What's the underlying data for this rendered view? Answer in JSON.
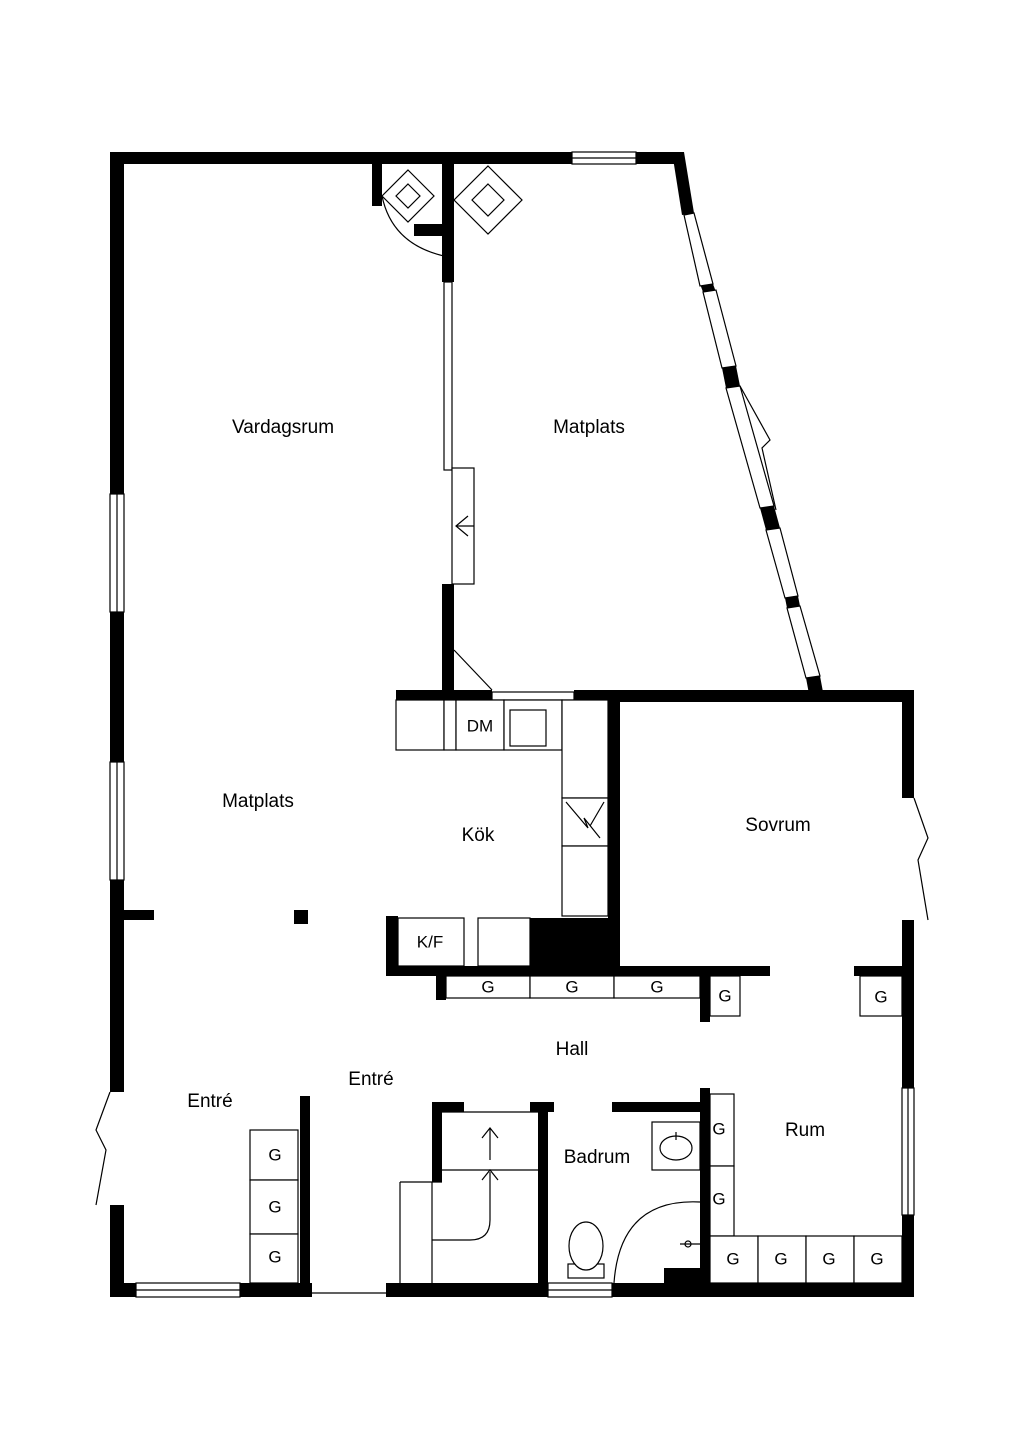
{
  "rooms": {
    "vardagsrum": "Vardagsrum",
    "matplats_top": "Matplats",
    "matplats_left": "Matplats",
    "kok": "Kök",
    "sovrum": "Sovrum",
    "hall": "Hall",
    "entre_left": "Entré",
    "entre_center": "Entré",
    "badrum": "Badrum",
    "rum": "Rum"
  },
  "fixtures": {
    "dm": "DM",
    "kf": "K/F",
    "wardrobe": "G"
  }
}
